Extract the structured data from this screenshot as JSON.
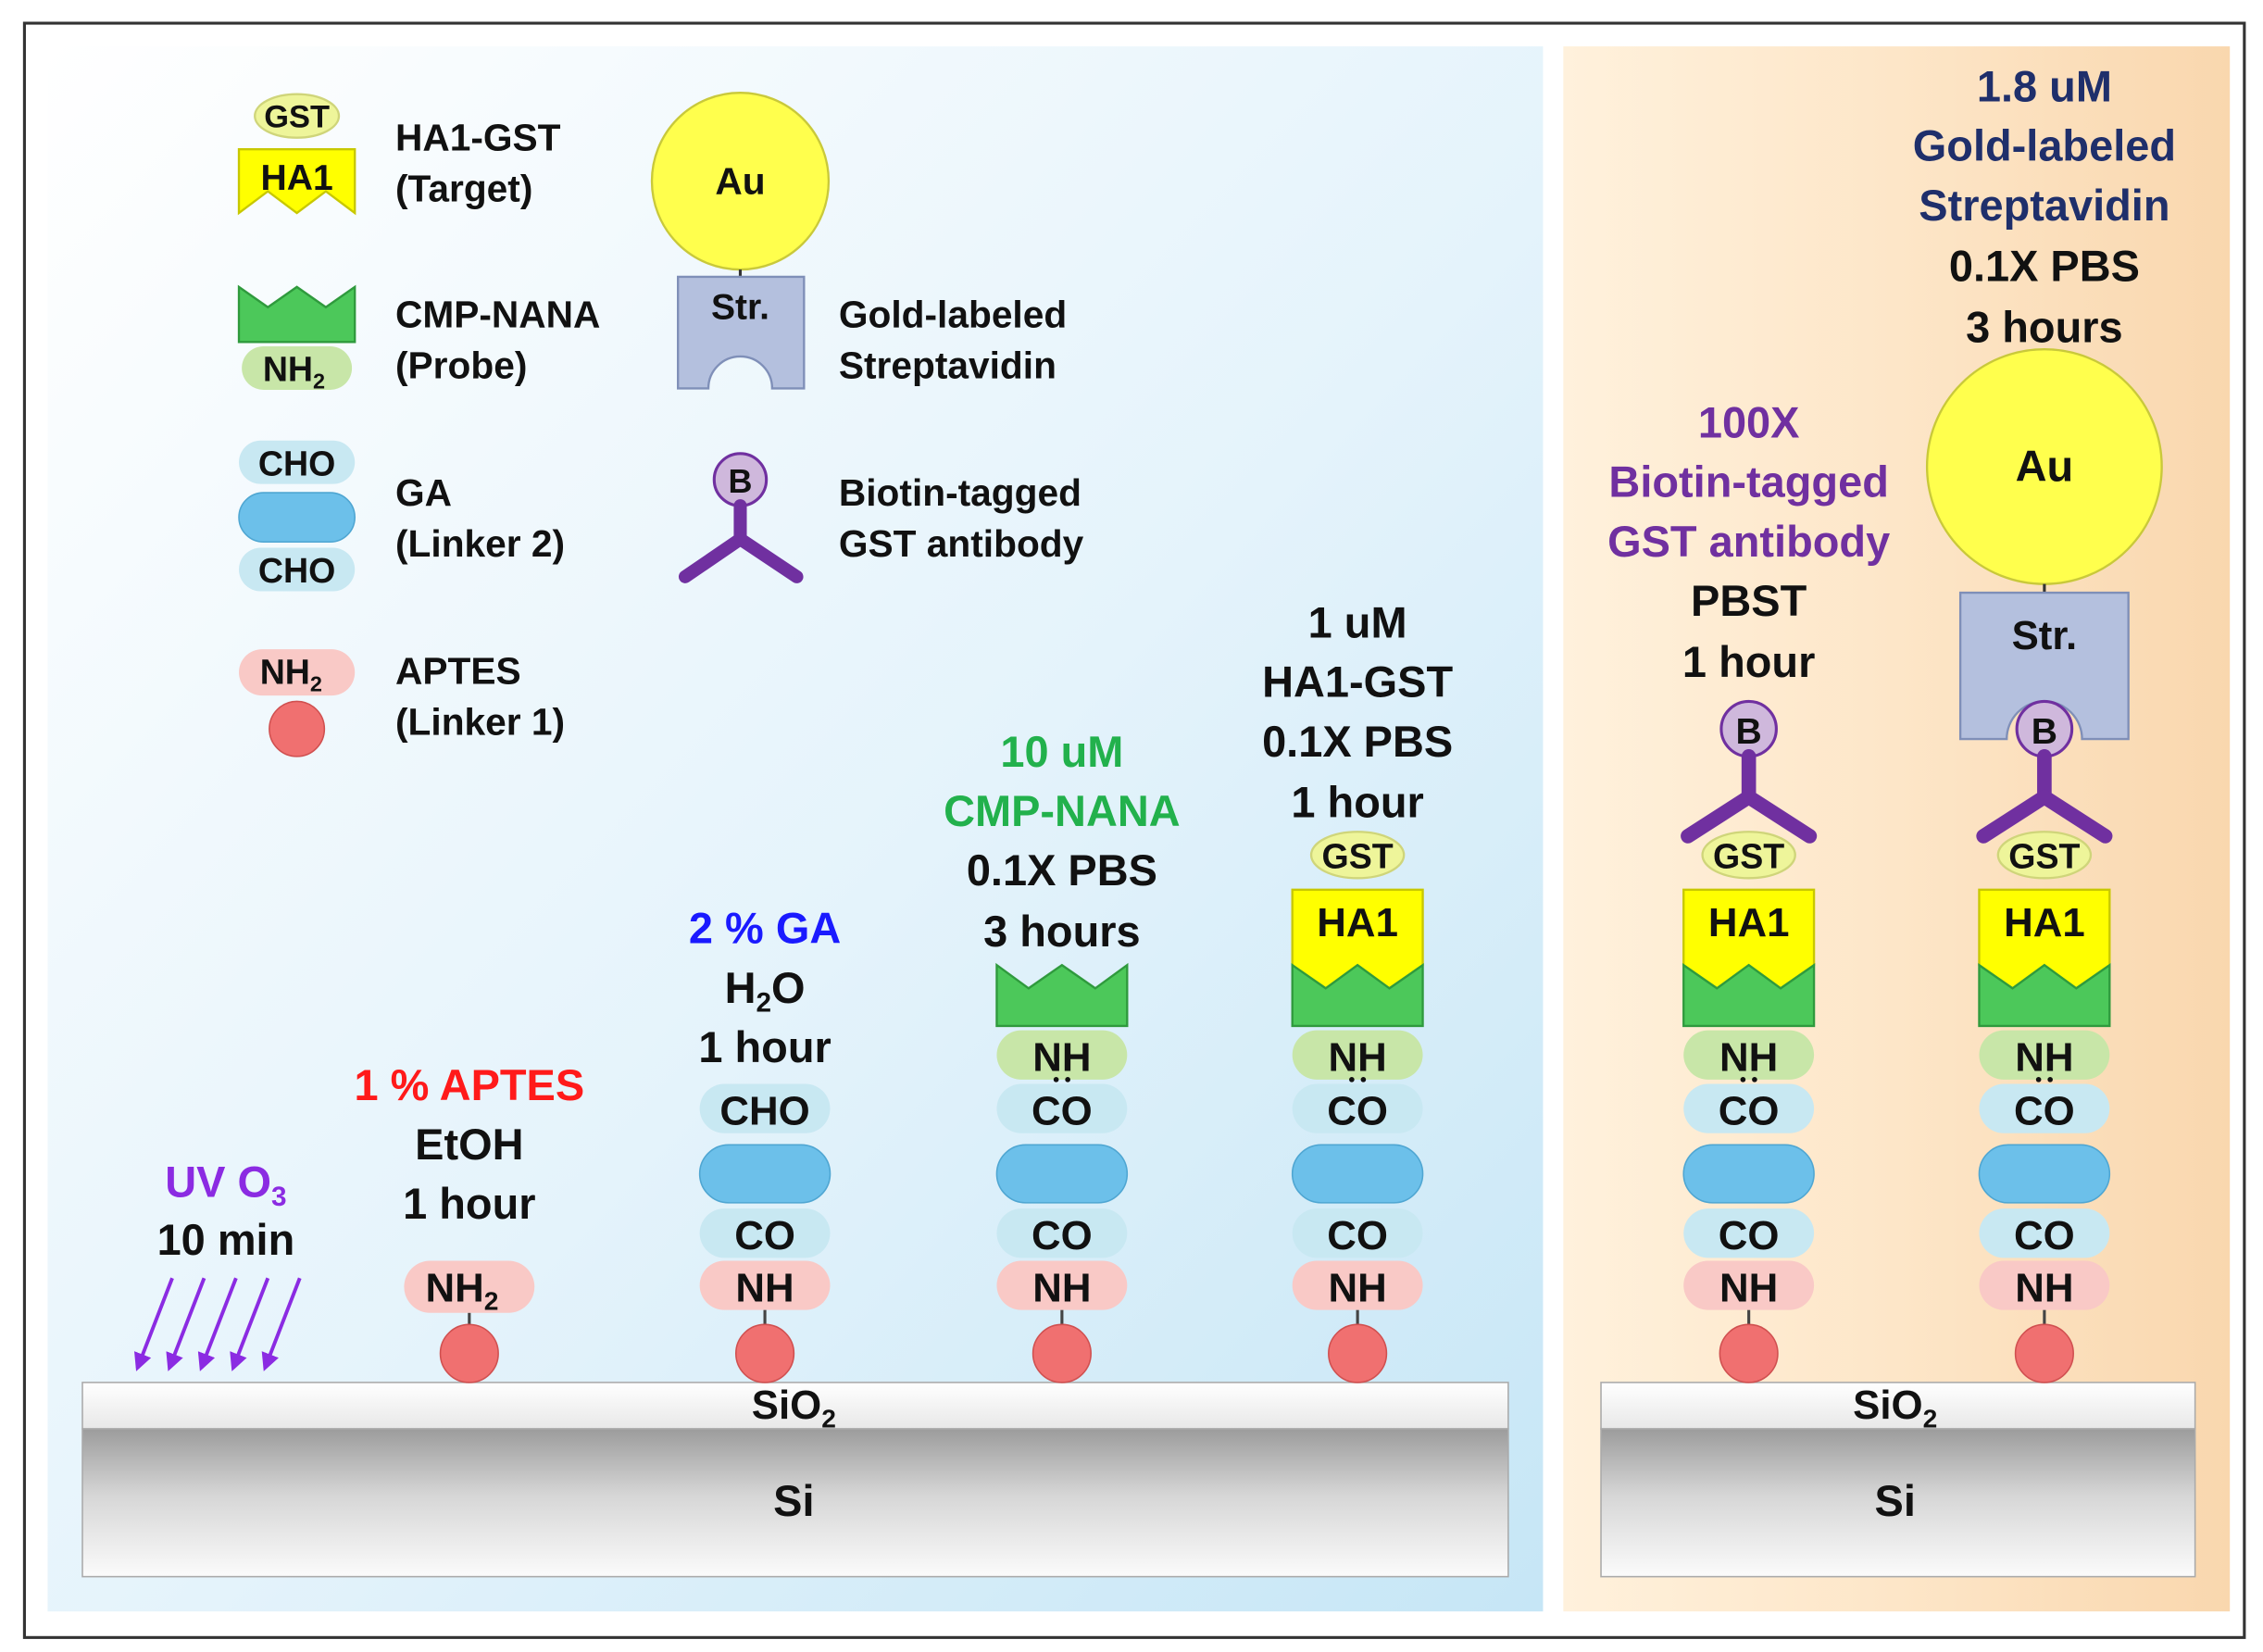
{
  "colors": {
    "red": "#ff1a1a",
    "blue": "#1a1aff",
    "green": "#22b14c",
    "purple": "#7030a0",
    "uv_purple": "#8b2be2",
    "navy": "#1f2f6b",
    "black": "#111111"
  },
  "legend": {
    "hagst": {
      "icon_gst": "GST",
      "icon_ha1": "HA1",
      "name": "HA1-GST",
      "role": "(Target)"
    },
    "cmp": {
      "icon_nh2": "NH",
      "name": "CMP-NANA",
      "role": "(Probe)"
    },
    "ga": {
      "icon_cho_top": "CHO",
      "icon_cho_bottom": "CHO",
      "name": "GA",
      "role": "(Linker 2)"
    },
    "aptes": {
      "icon_nh2": "NH",
      "name": "APTES",
      "role": "(Linker 1)"
    },
    "gold": {
      "icon_au": "Au",
      "icon_str": "Str.",
      "name": "Gold-labeled",
      "name2": "Streptavidin"
    },
    "biotin": {
      "icon_b": "B",
      "name": "Biotin-tagged",
      "name2": "GST antibody"
    }
  },
  "steps": {
    "uv": {
      "reagent": "UV O",
      "reagent_sub": "3",
      "time": "10 min"
    },
    "aptes": {
      "reagent": "1 % APTES",
      "solvent": "EtOH",
      "time": "1 hour"
    },
    "ga": {
      "reagent": "2 % GA",
      "solvent": "H",
      "solvent_sub": "2",
      "solvent_tail": "O",
      "time": "1 hour"
    },
    "cmp": {
      "conc": "10 uM",
      "reagent": "CMP-NANA",
      "buffer": "0.1X PBS",
      "time": "3 hours"
    },
    "ha1": {
      "conc": "1 uM",
      "reagent": "HA1-GST",
      "buffer": "0.1X PBS",
      "time": "1 hour"
    },
    "antibody": {
      "conc": "100X",
      "reagent": "Biotin-tagged",
      "reagent2": "GST antibody",
      "buffer": "PBST",
      "time": "1 hour"
    },
    "gold": {
      "conc": "1.8 uM",
      "reagent": "Gold-labeled",
      "reagent2": "Streptavidin",
      "buffer": "0.1X PBS",
      "time": "3 hours"
    }
  },
  "labels": {
    "nh2": "NH",
    "sub2": "2",
    "nh": "NH",
    "co": "CO",
    "cho": "CHO",
    "ha1": "HA1",
    "gst": "GST",
    "b": "B",
    "au": "Au",
    "str": "Str."
  },
  "substrate": {
    "sio2": "SiO",
    "sio2_sub": "2",
    "si": "Si"
  }
}
